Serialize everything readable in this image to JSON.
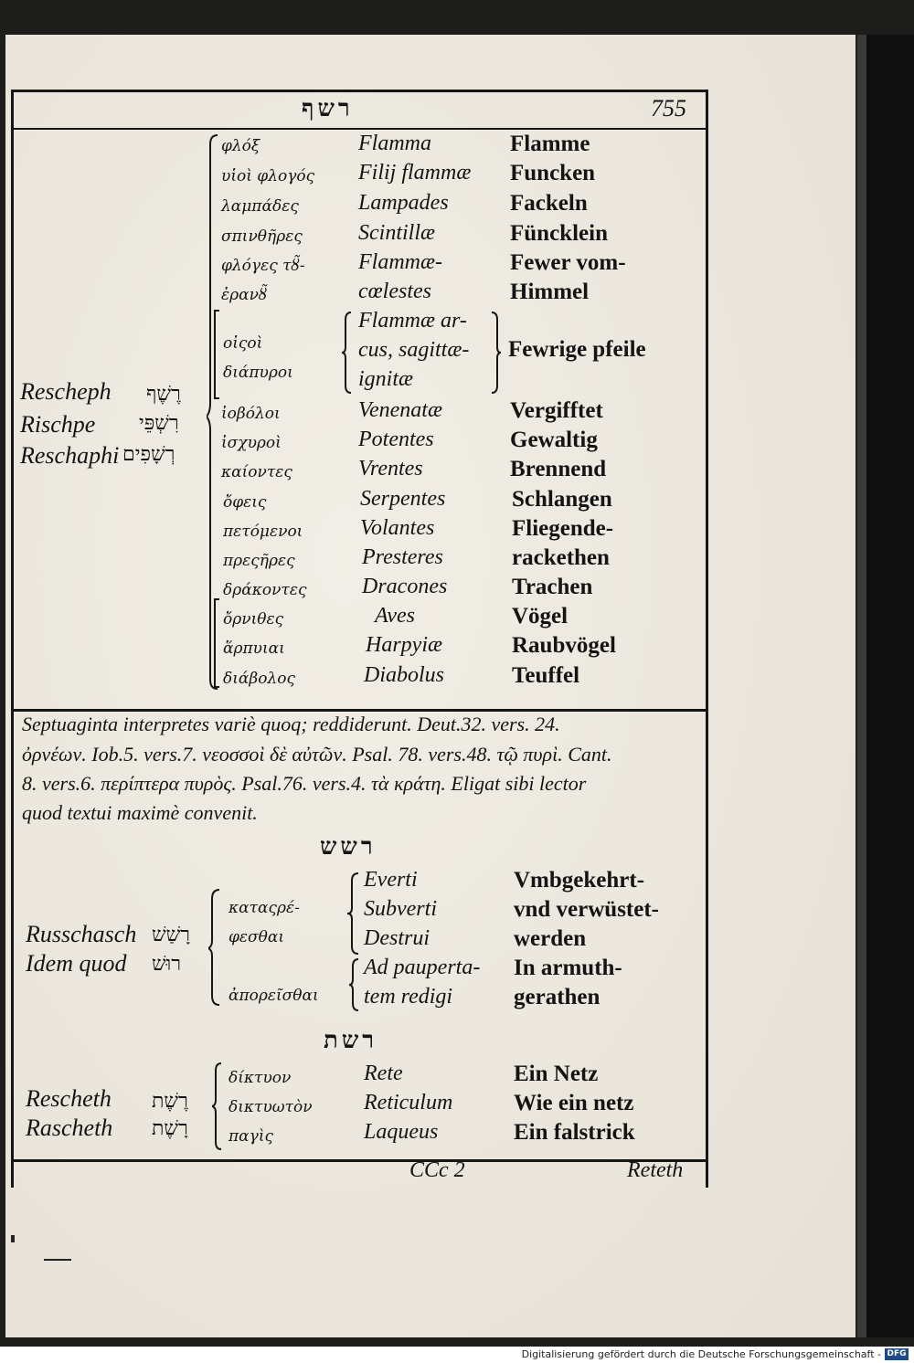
{
  "header": {
    "hebrew": "רשף",
    "page_number": "755"
  },
  "sections": [
    {
      "transliterations": [
        "Rescheph",
        "Rischpe",
        "Reschaphi"
      ],
      "hebrew_forms": [
        "רֶשֶׁף",
        "רִשְׁפֵּי",
        "רְשָׁפִים"
      ],
      "entries": [
        {
          "greek": "φλόξ",
          "latin": "Flamma",
          "german": "Flamme"
        },
        {
          "greek": "υἱοὶ φλογός",
          "latin": "Filij flammæ",
          "german": "Funcken"
        },
        {
          "greek": "λαμπάδες",
          "latin": "Lampades",
          "german": "Fackeln"
        },
        {
          "greek": "σπινθῆρες",
          "latin": "Scintillæ",
          "german": "Füncklein"
        },
        {
          "greek": "φλόγες τȣ̃-",
          "latin": "Flammæ-",
          "german": "Fewer vom-"
        },
        {
          "greek": "ἐρανȣ̃",
          "latin": "cœlestes",
          "german": "Himmel"
        },
        {
          "greek": "οἰςοὶ",
          "latin": "Flammæ ar-",
          "german": ""
        },
        {
          "greek": "",
          "latin": "cus, sagittæ-",
          "german": "Fewrige pfeile"
        },
        {
          "greek": "διάπυροι",
          "latin": "ignitæ",
          "german": ""
        },
        {
          "greek": "ἰοβόλοι",
          "latin": "Venenatæ",
          "german": "Vergifftet"
        },
        {
          "greek": "ἰσχυροὶ",
          "latin": "Potentes",
          "german": "Gewaltig"
        },
        {
          "greek": "καίοντες",
          "latin": "Vrentes",
          "german": "Brennend"
        },
        {
          "greek": "ὄφεις",
          "latin": "Serpentes",
          "german": "Schlangen"
        },
        {
          "greek": "πετόμενοι",
          "latin": "Volantes",
          "german": "Fliegende-"
        },
        {
          "greek": "πρεςῆρες",
          "latin": "Presteres",
          "german": "rackethen"
        },
        {
          "greek": "δράκοντες",
          "latin": "Dracones",
          "german": "Trachen"
        },
        {
          "greek": "ὄρνιθες",
          "latin": "Aves",
          "german": "Vögel"
        },
        {
          "greek": "ἅρπυιαι",
          "latin": "Harpyiæ",
          "german": "Raubvögel"
        },
        {
          "greek": "διάβολος",
          "latin": "Diabolus",
          "german": "Teuffel"
        }
      ]
    }
  ],
  "paragraph": [
    "Septuaginta interpretes variè quoq; reddiderunt. Deut.32. vers. 24.",
    "ὀρνέων. Iob.5. vers.7. νεοσσοὶ δὲ αὐτῶν. Psal. 78. vers.48. τῷ πυρὶ. Cant.",
    "8. vers.6. περίπτερα πυρὸς. Psal.76. vers.4. τὰ κράτη. Eligat sibi lector",
    "quod textui maximè convenit."
  ],
  "section2": {
    "hebrew_head": "רשש",
    "transliterations": [
      "Russchasch",
      "Idem quod"
    ],
    "hebrew_forms": [
      "רָשַׁשׁ",
      "רוּשׁ"
    ],
    "greek": [
      "καταςρέ-",
      "φεσθαι",
      "ἀπορεῖσθαι"
    ],
    "latin": [
      "Everti",
      "Subverti",
      "Destrui",
      "Ad pauperta-",
      "tem redigi"
    ],
    "german": [
      "Vmbgekehrt-",
      "vnd verwüstet-",
      "werden",
      "In armuth-",
      "gerathen"
    ]
  },
  "section3": {
    "hebrew_head": "רשת",
    "transliterations": [
      "Rescheth",
      "Rascheth"
    ],
    "hebrew_forms": [
      "רֶשֶׁת",
      "רָשֶׁת"
    ],
    "entries": [
      {
        "greek": "δίκτυον",
        "latin": "Rete",
        "german": "Ein Netz"
      },
      {
        "greek": "δικτυωτὸν",
        "latin": "Reticulum",
        "german": "Wie ein netz"
      },
      {
        "greek": "παγὶς",
        "latin": "Laqueus",
        "german": "Ein falstrick"
      }
    ]
  },
  "page_footer": {
    "signature": "CCc 2",
    "catchword": "Reteth"
  },
  "digitization": {
    "credit": "Digitalisierung gefördert durch die Deutsche Forschungsgemeinschaft -",
    "badge": "DFG"
  }
}
